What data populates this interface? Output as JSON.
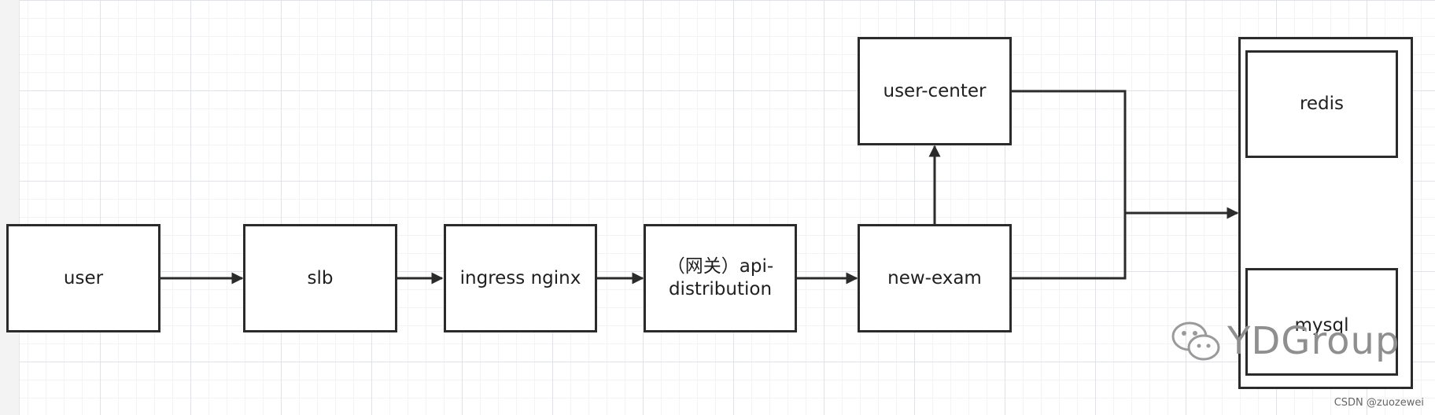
{
  "nodes": {
    "user": "user",
    "slb": "slb",
    "ingress": "ingress nginx",
    "api_distribution": "（网关）api-distribution",
    "new_exam": "new-exam",
    "user_center": "user-center",
    "redis": "redis",
    "mysql": "mysql"
  },
  "watermark": "YDGroup",
  "credit": "CSDN @zuozewei",
  "colors": {
    "stroke": "#2b2b2b",
    "grid": "#dfe3e8"
  }
}
